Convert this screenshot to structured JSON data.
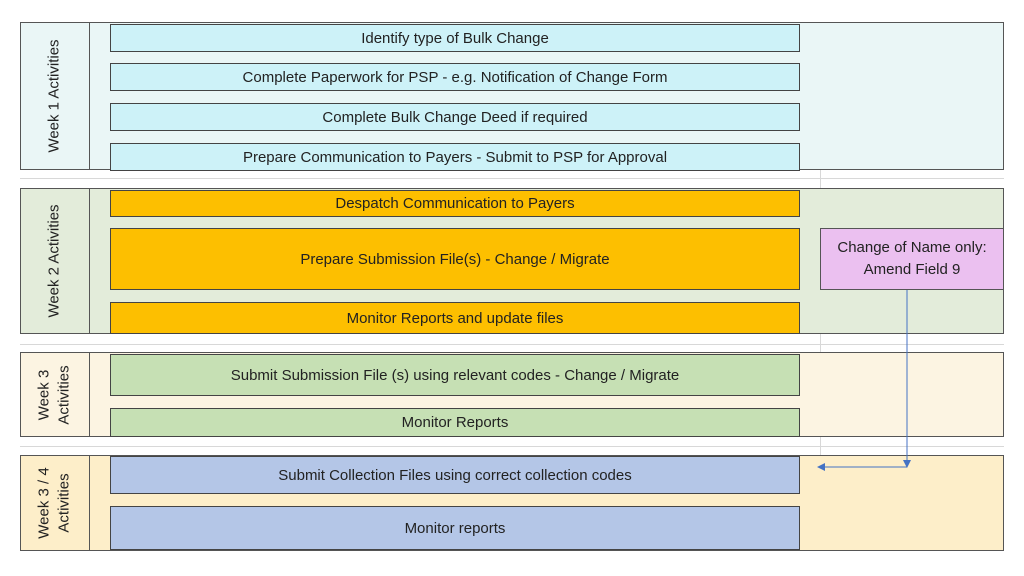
{
  "colors": {
    "week1_bg": "#eaf6f6",
    "week1_bar": "#cdf2f8",
    "week2_bg": "#e3ecda",
    "week2_bar": "#fdbf00",
    "week3_bg": "#fcf4e2",
    "week3_bar": "#c6e0b4",
    "week34_bg": "#fdeec9",
    "week34_bar": "#b4c6e7",
    "note_bg": "#ebc0f0",
    "arrow": "#4472c4"
  },
  "sections": [
    {
      "label": "Week 1 Activities",
      "activities": [
        "Identify type of Bulk Change",
        "Complete Paperwork for PSP - e.g. Notification of Change Form",
        "Complete Bulk Change Deed if required",
        "Prepare Communication to Payers - Submit to PSP for Approval"
      ]
    },
    {
      "label": "Week 2 Activities",
      "activities": [
        "Despatch Communication to Payers",
        "Prepare Submission File(s) - Change / Migrate",
        "Monitor Reports and update files"
      ]
    },
    {
      "label_line1": "Week 3",
      "label_line2": "Activities",
      "activities": [
        "Submit Submission File (s) using relevant codes - Change / Migrate",
        "Monitor Reports"
      ]
    },
    {
      "label_line1": "Week 3 / 4",
      "label_line2": "Activities",
      "activities": [
        "Submit Collection Files using correct collection codes",
        "Monitor reports"
      ]
    }
  ],
  "note": {
    "line1": "Change of Name only:",
    "line2": "Amend Field 9"
  }
}
